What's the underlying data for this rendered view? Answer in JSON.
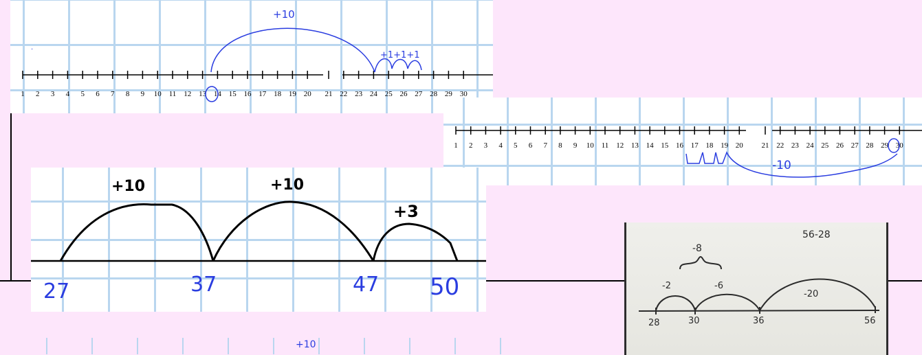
{
  "panel1": {
    "numbers": [
      "1",
      "2",
      "3",
      "4",
      "5",
      "6",
      "7",
      "8",
      "9",
      "10",
      "11",
      "12",
      "13",
      "14",
      "15",
      "16",
      "17",
      "18",
      "19",
      "20",
      "21",
      "22",
      "23",
      "24",
      "25",
      "26",
      "27",
      "28",
      "29",
      "30"
    ],
    "jump_label": "+10",
    "small_jumps_label": "+1+1+1",
    "circled": "13"
  },
  "panel2": {
    "numbers": [
      "1",
      "2",
      "3",
      "4",
      "5",
      "6",
      "7",
      "8",
      "9",
      "10",
      "11",
      "12",
      "13",
      "14",
      "15",
      "16",
      "17",
      "18",
      "19",
      "20",
      "21",
      "22",
      "23",
      "24",
      "25",
      "26",
      "27",
      "28",
      "29",
      "30"
    ],
    "jump_label": "-10",
    "circled": "29"
  },
  "panel3": {
    "jump_labels": [
      "+10",
      "+10",
      "+3"
    ],
    "points": [
      "27",
      "37",
      "47",
      "50"
    ]
  },
  "strip": {
    "label": "+10"
  },
  "photo": {
    "problem": "56-28",
    "group_label": "-8",
    "jump_labels": [
      "-2",
      "-6",
      "-20"
    ],
    "points": [
      "28",
      "30",
      "36",
      "56"
    ]
  }
}
